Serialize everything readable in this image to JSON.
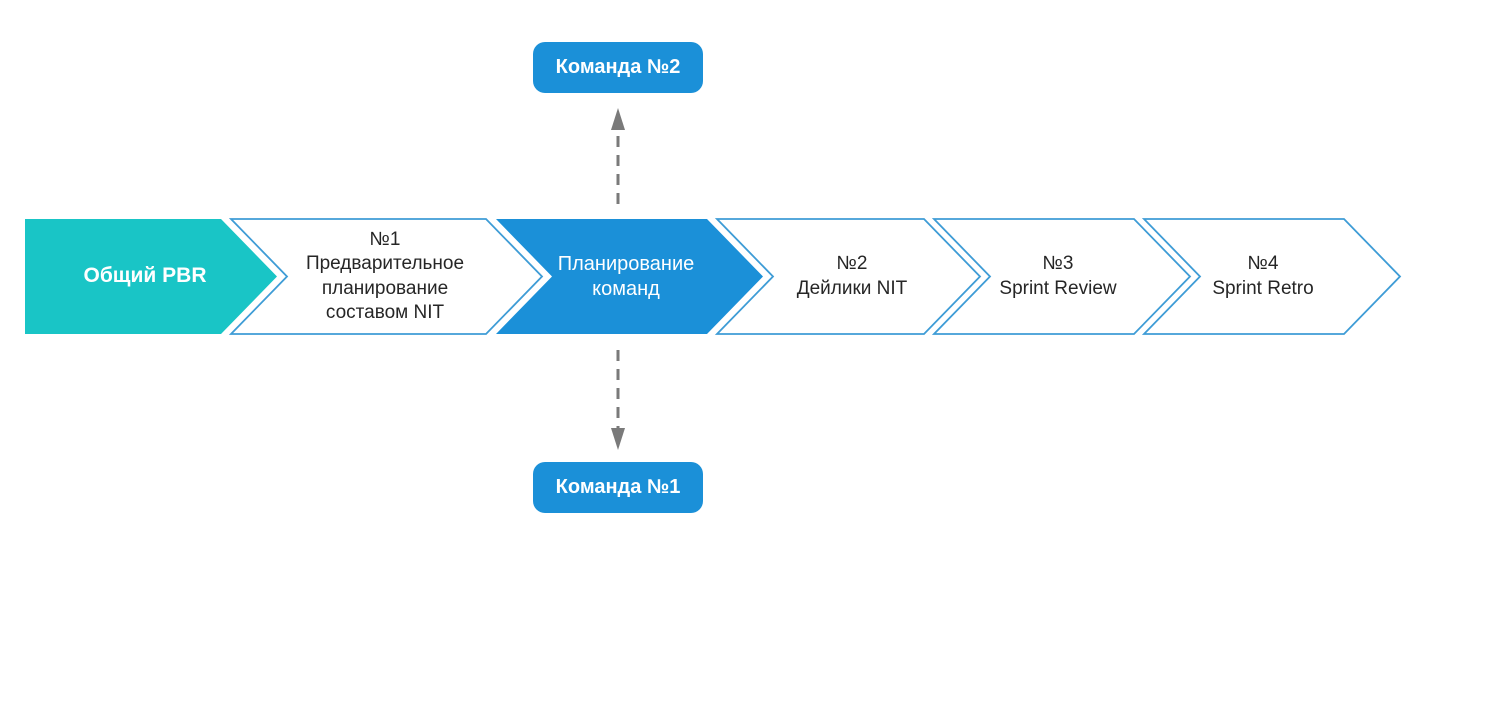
{
  "diagram": {
    "steps": [
      {
        "id": "obshchiy-pbr",
        "label": "Общий PBR",
        "style": "solid-teal"
      },
      {
        "id": "predvaritelnoe-plan",
        "label": "№1\nПредварительное\nпланирование\nсоставом NIT",
        "style": "outline"
      },
      {
        "id": "planirovanie-komand",
        "label": "Планирование\nкоманд",
        "style": "solid-blue"
      },
      {
        "id": "deyliki-nit",
        "label": "№2\nДейлики NIT",
        "style": "outline"
      },
      {
        "id": "sprint-review",
        "label": "№3\nSprint Review",
        "style": "outline"
      },
      {
        "id": "sprint-retro",
        "label": "№4\nSprint Retro",
        "style": "outline"
      }
    ],
    "team_badges": {
      "top": {
        "label": "Команда №2"
      },
      "bottom": {
        "label": "Команда №1"
      }
    },
    "colors": {
      "teal_fill": "#19C5C6",
      "blue_fill": "#1B90D8",
      "outline_stroke": "#3E9CD6",
      "badge_fill": "#1B90D8",
      "arrow_gray": "#7A7A7A",
      "label_dark": "#262626",
      "label_light": "#FFFFFF"
    }
  }
}
